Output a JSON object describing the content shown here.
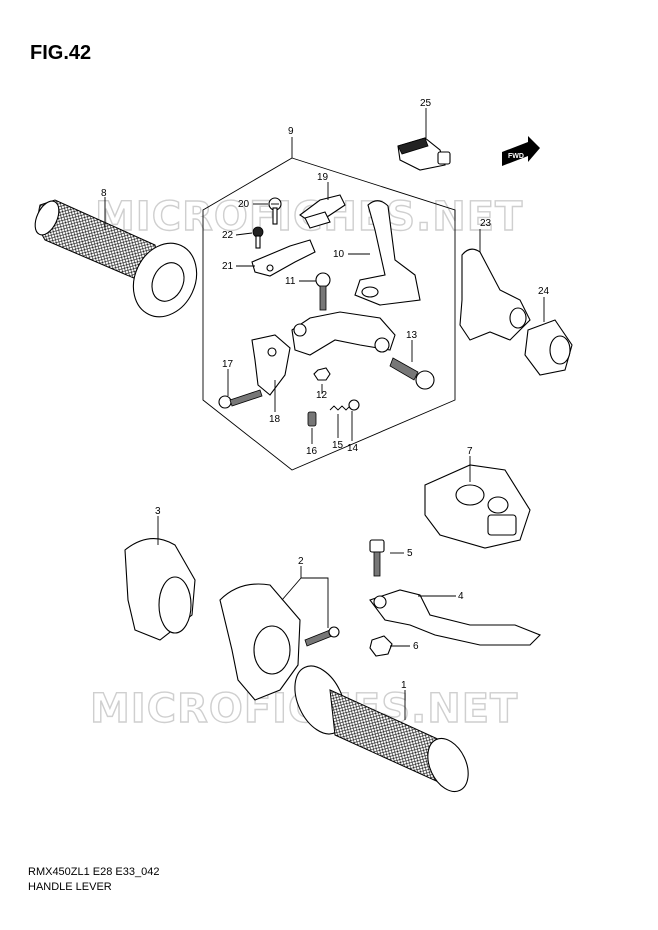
{
  "figure": {
    "title": "FIG.42"
  },
  "watermark": {
    "text": "MICROFICHES.NET"
  },
  "footer": {
    "model_code": "RMX450ZL1 E28 E33_042",
    "section_name": "HANDLE LEVER"
  },
  "direction_marker": {
    "text": "FWD",
    "icon": "arrow-icon"
  },
  "part_callouts": [
    {
      "number": "1"
    },
    {
      "number": "2"
    },
    {
      "number": "3"
    },
    {
      "number": "4"
    },
    {
      "number": "5"
    },
    {
      "number": "6"
    },
    {
      "number": "7"
    },
    {
      "number": "8"
    },
    {
      "number": "9"
    },
    {
      "number": "10"
    },
    {
      "number": "11"
    },
    {
      "number": "12"
    },
    {
      "number": "13"
    },
    {
      "number": "14"
    },
    {
      "number": "15"
    },
    {
      "number": "16"
    },
    {
      "number": "17"
    },
    {
      "number": "18"
    },
    {
      "number": "19"
    },
    {
      "number": "20"
    },
    {
      "number": "21"
    },
    {
      "number": "22"
    },
    {
      "number": "23"
    },
    {
      "number": "24"
    },
    {
      "number": "25"
    }
  ],
  "colors": {
    "line": "#000000",
    "watermark_outline": "#cfcfcf",
    "background": "#ffffff"
  }
}
